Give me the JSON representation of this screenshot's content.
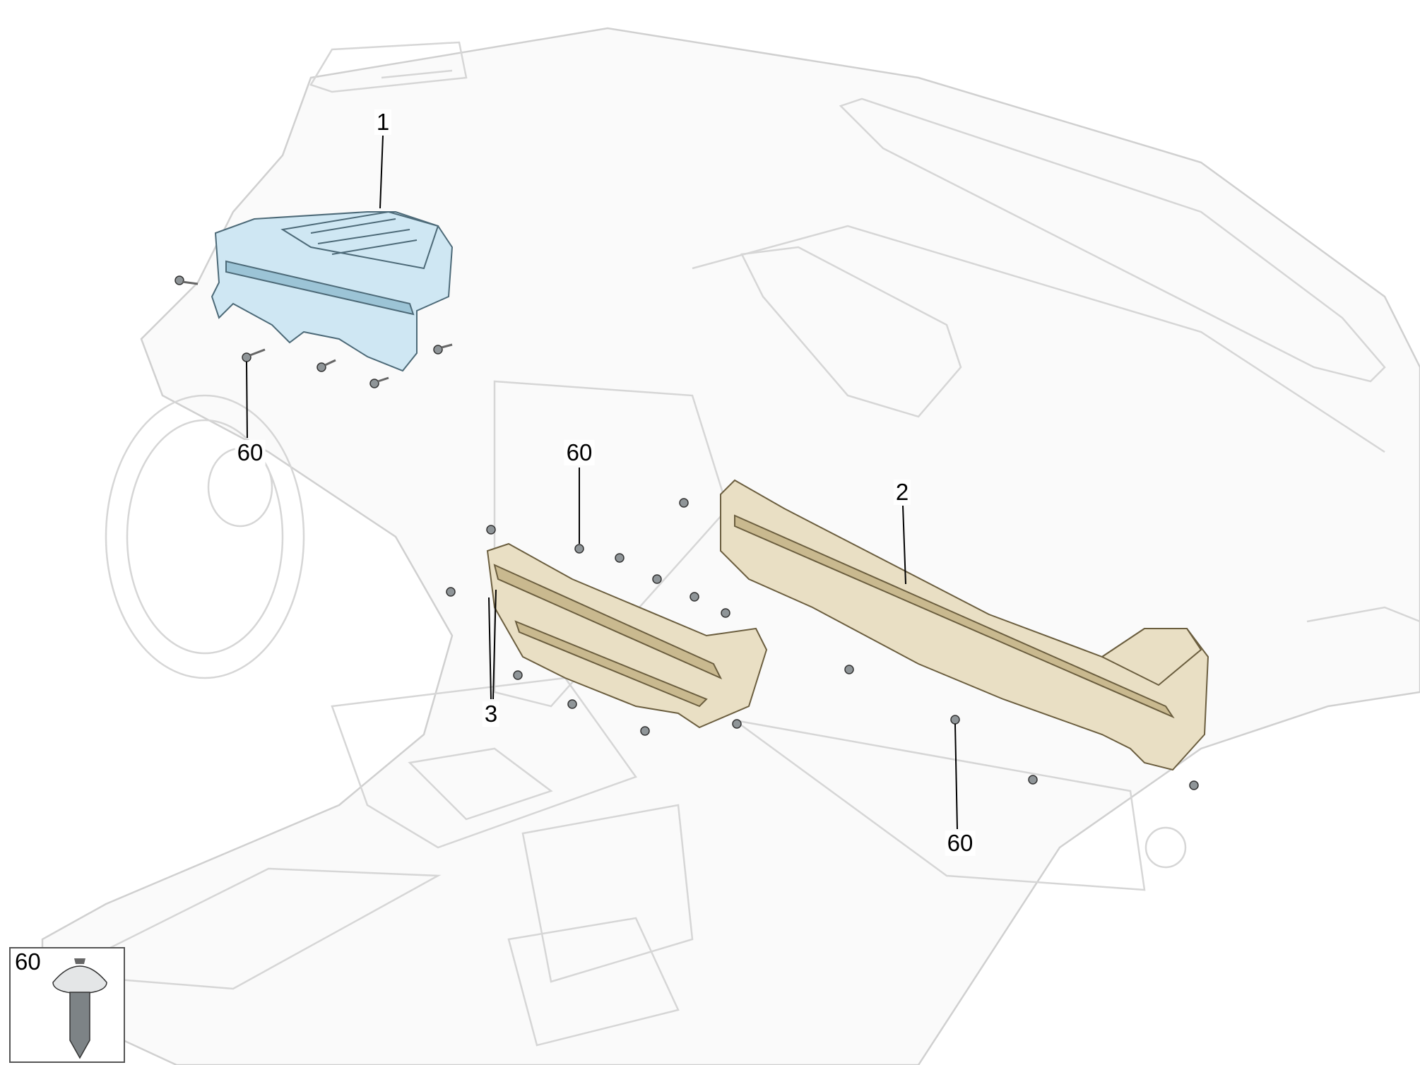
{
  "diagram": {
    "callouts": [
      {
        "id": "part-1",
        "text": "1"
      },
      {
        "id": "part-2",
        "text": "2"
      },
      {
        "id": "part-3",
        "text": "3"
      },
      {
        "id": "screw-left",
        "text": "60"
      },
      {
        "id": "screw-middle",
        "text": "60"
      },
      {
        "id": "screw-right",
        "text": "60"
      }
    ],
    "inset": {
      "text": "60"
    },
    "colors": {
      "part1": "#cfe7f3",
      "part2": "#e9dfc4",
      "part3": "#e9dfc4",
      "ghost": "#d6d6d6"
    }
  }
}
